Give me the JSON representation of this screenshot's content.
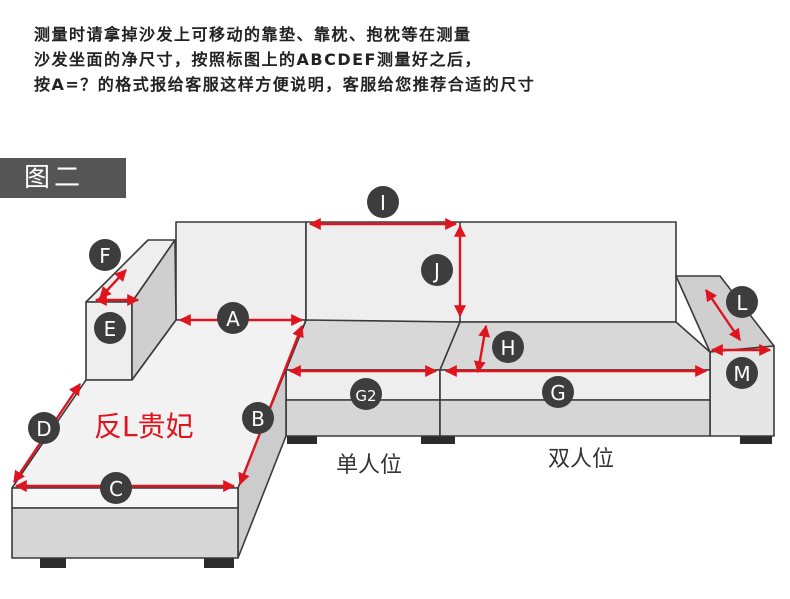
{
  "instructions": [
    "测量时请拿掉沙发上可移动的靠垫、靠枕、抱枕等在测量",
    "沙发坐面的净尺寸，按照标图上的ABCDEF测量好之后，",
    "按A=？的格式报给客服这样方便说明，客服给您推荐合适的尺寸"
  ],
  "figure_tag": "图二",
  "markers": {
    "A": "A",
    "B": "B",
    "C": "C",
    "D": "D",
    "E": "E",
    "F": "F",
    "G": "G",
    "G2": "G2",
    "H": "H",
    "I": "I",
    "J": "J",
    "L": "L",
    "M": "M"
  },
  "section_labels": {
    "chaise": "反L贵妃",
    "single_seat": "单人位",
    "double_seat": "双人位"
  },
  "colors": {
    "tag_bg": "#555555",
    "arrow_red": "#e0141e",
    "sofa_light": "#eeeeee",
    "sofa_mid": "#d8d8d8",
    "sofa_dark": "#bdbdbd",
    "outline": "#3a3a3a",
    "marker_fill": "#3d3d3d",
    "chaise_text": "#e0141e"
  }
}
